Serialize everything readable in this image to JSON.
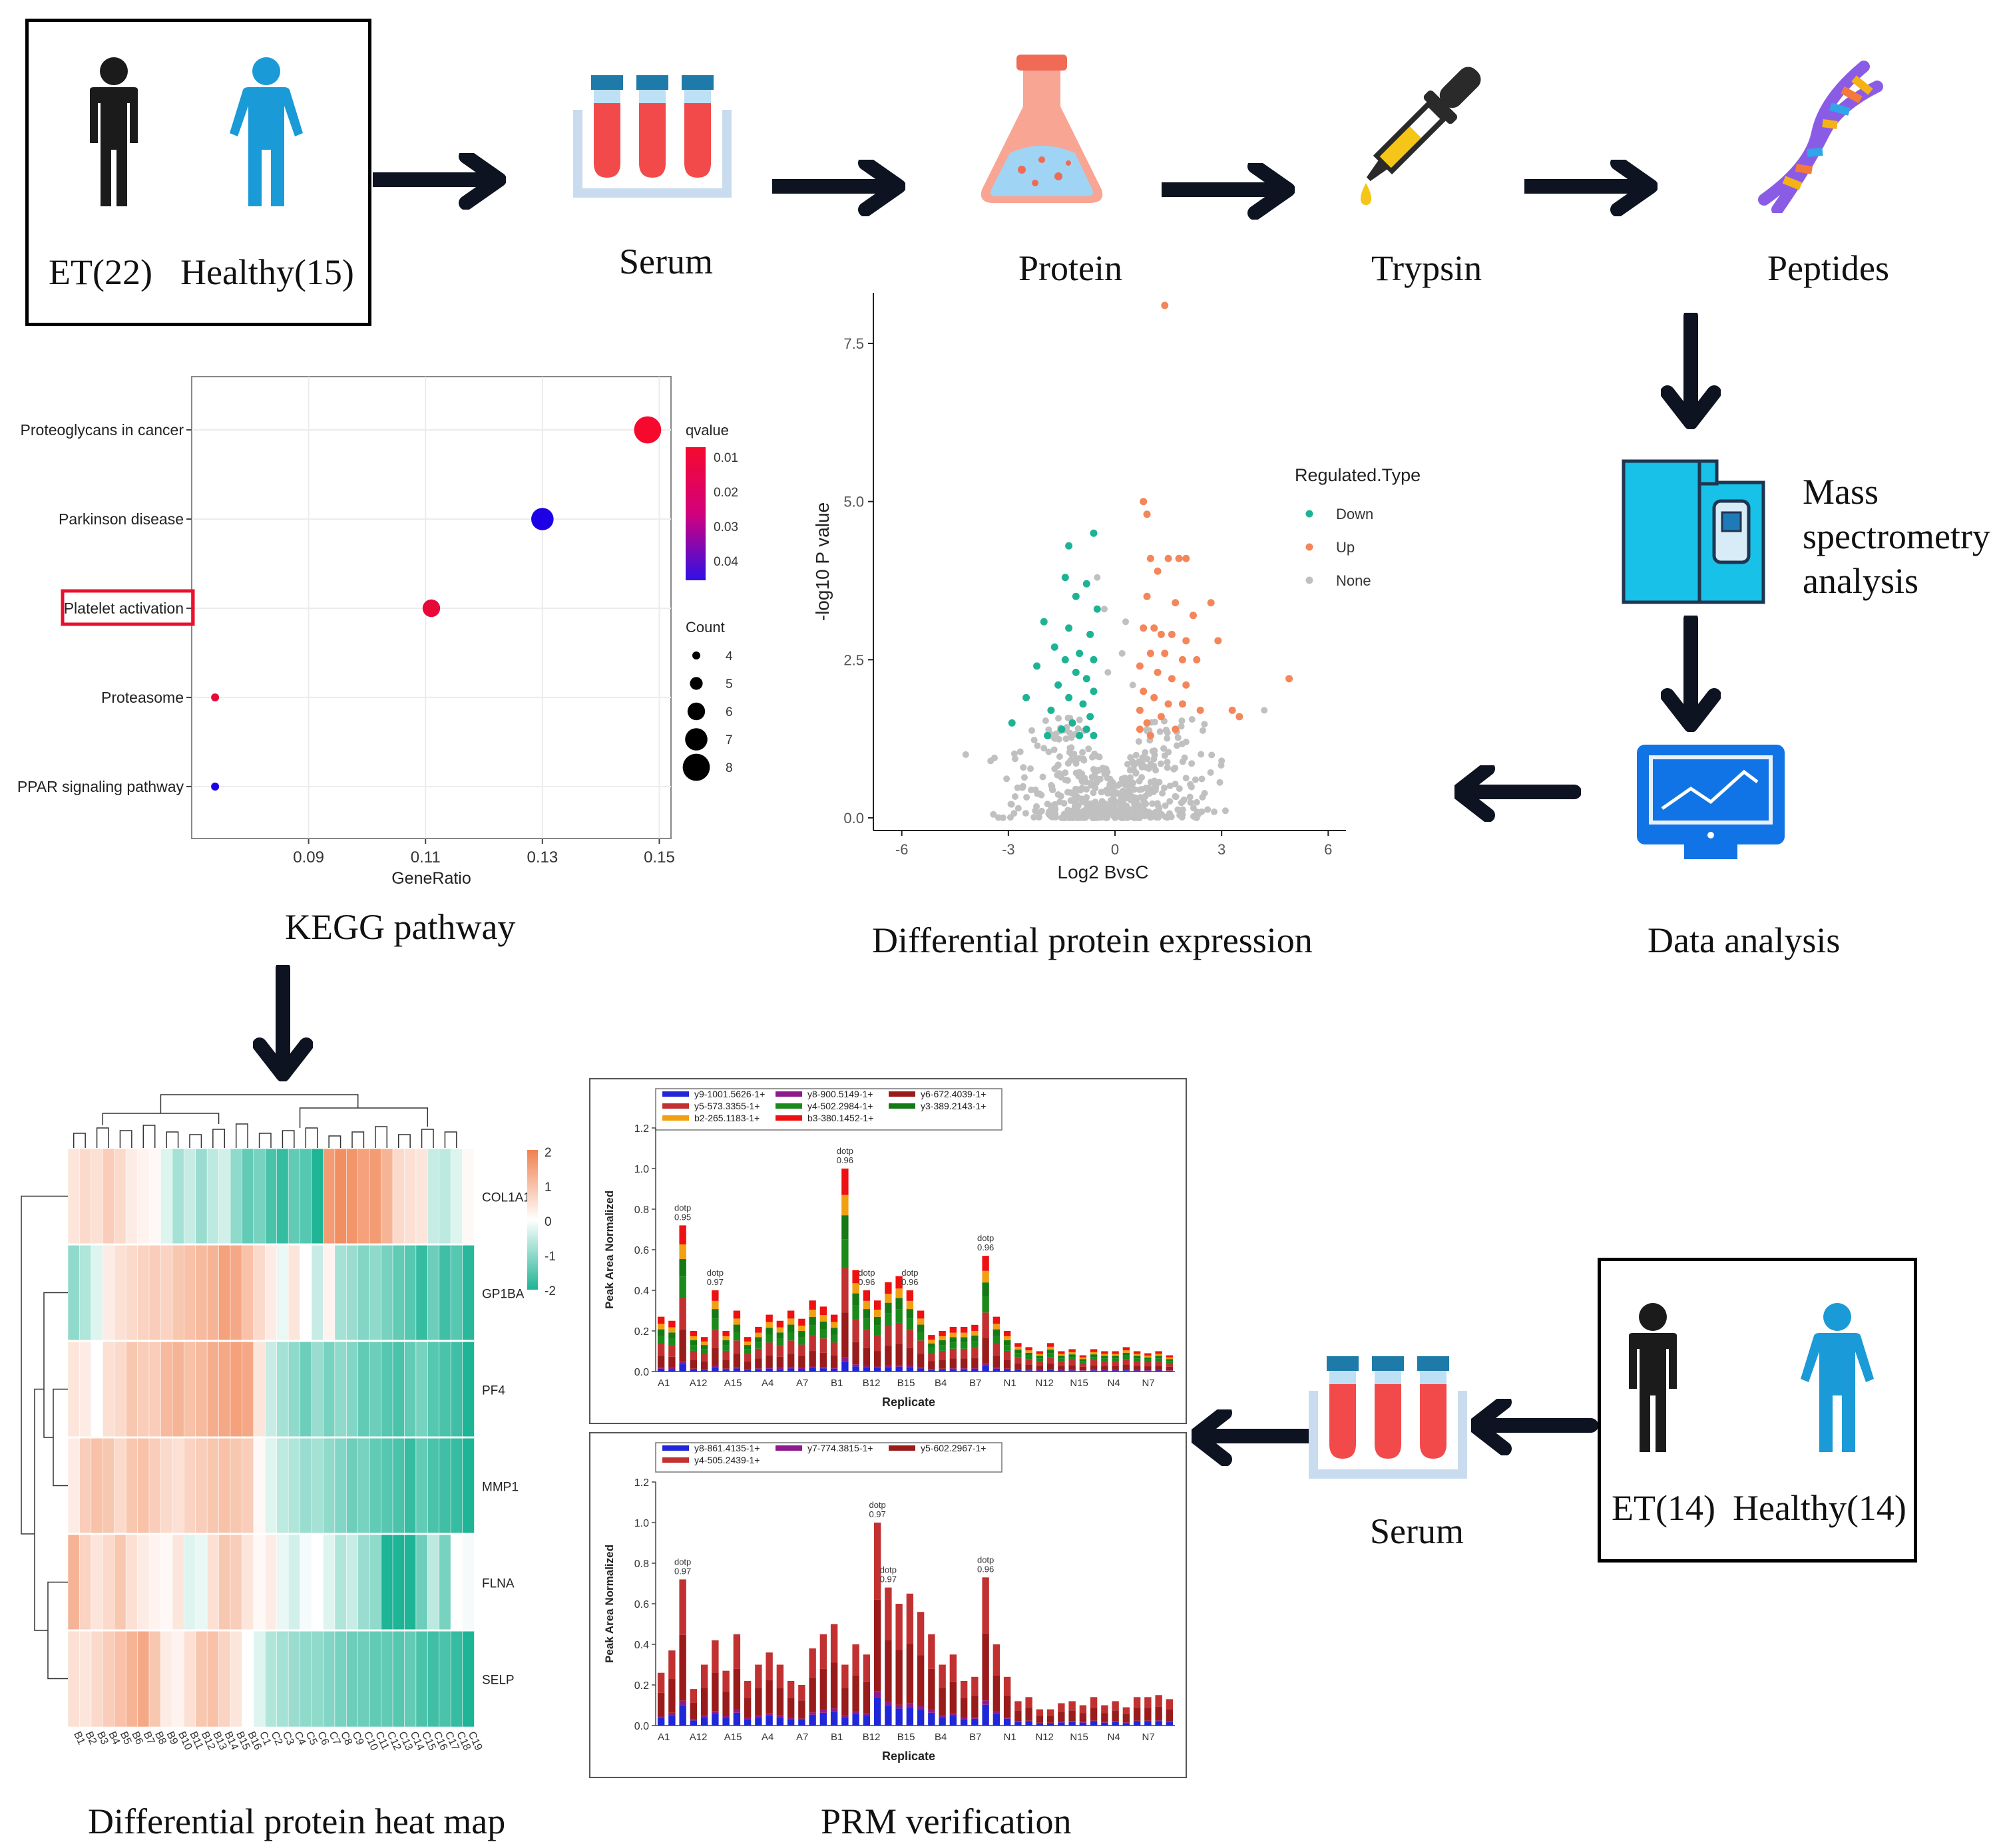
{
  "cohort_discovery": {
    "et": "ET(22)",
    "healthy": "Healthy(15)"
  },
  "cohort_validation": {
    "et": "ET(14)",
    "healthy": "Healthy(14)"
  },
  "steps": {
    "serum": "Serum",
    "protein": "Protein",
    "trypsin": "Trypsin",
    "peptides": "Peptides",
    "mass_spec_line1": "Mass",
    "mass_spec_line2": "spectrometry",
    "mass_spec_line3": "analysis",
    "data_analysis": "Data analysis",
    "serum2": "Serum"
  },
  "captions": {
    "kegg": "KEGG pathway",
    "volcano": "Differential protein expression",
    "heatmap": "Differential protein heat map",
    "prm": "PRM verification"
  },
  "colors": {
    "up": "#f4865a",
    "down": "#1eb394",
    "none": "#c0c0c0",
    "highlight": "#e8112d",
    "icon_blue": "#1a9ad6"
  },
  "chart_data": [
    {
      "type": "scatter",
      "name_role": "kegg-dotplot",
      "categories": [
        "Proteoglycans in cancer",
        "Parkinson disease",
        "Platelet activation",
        "Proteasome",
        "PPAR signaling pathway"
      ],
      "highlighted": "Platelet activation",
      "points": [
        {
          "y": "Proteoglycans in cancer",
          "x": 0.148,
          "count": 8,
          "qvalue": 0.01
        },
        {
          "y": "Parkinson disease",
          "x": 0.13,
          "count": 7,
          "qvalue": 0.045
        },
        {
          "y": "Platelet activation",
          "x": 0.111,
          "count": 6,
          "qvalue": 0.012
        },
        {
          "y": "Proteasome",
          "x": 0.074,
          "count": 4,
          "qvalue": 0.012
        },
        {
          "y": "PPAR signaling pathway",
          "x": 0.074,
          "count": 4,
          "qvalue": 0.045
        }
      ],
      "xlabel": "GeneRatio",
      "xticks": [
        "0.09",
        "0.11",
        "0.13",
        "0.15"
      ],
      "xlim": [
        0.07,
        0.152
      ],
      "legend_q_title": "qvalue",
      "legend_q_ticks": [
        "0.01",
        "0.02",
        "0.03",
        "0.04"
      ],
      "legend_count_title": "Count",
      "legend_count_ticks": [
        "4",
        "5",
        "6",
        "7",
        "8"
      ]
    },
    {
      "type": "scatter",
      "name_role": "volcano",
      "xlabel": "Log2 BvsC",
      "ylabel": "-log10 P value",
      "xlim": [
        -6.8,
        6.5
      ],
      "ylim": [
        -0.2,
        8.3
      ],
      "xticks": [
        "-6",
        "-3",
        "0",
        "3",
        "6"
      ],
      "yticks": [
        "0.0",
        "2.5",
        "5.0",
        "7.5"
      ],
      "legend_title": "Regulated.Type",
      "legend": [
        "Down",
        "Up",
        "None"
      ],
      "up_points": [
        [
          1.4,
          8.1
        ],
        [
          0.8,
          5.0
        ],
        [
          0.9,
          4.8
        ],
        [
          1.0,
          4.1
        ],
        [
          1.5,
          4.1
        ],
        [
          1.8,
          4.1
        ],
        [
          2.0,
          4.1
        ],
        [
          1.2,
          3.9
        ],
        [
          0.9,
          3.5
        ],
        [
          2.7,
          3.4
        ],
        [
          1.7,
          3.4
        ],
        [
          2.2,
          3.2
        ],
        [
          1.1,
          3.0
        ],
        [
          0.8,
          3.0
        ],
        [
          1.3,
          2.9
        ],
        [
          1.6,
          2.9
        ],
        [
          2.0,
          2.8
        ],
        [
          2.9,
          2.8
        ],
        [
          1.0,
          2.6
        ],
        [
          1.4,
          2.6
        ],
        [
          1.9,
          2.5
        ],
        [
          2.3,
          2.5
        ],
        [
          0.7,
          2.4
        ],
        [
          1.2,
          2.3
        ],
        [
          1.6,
          2.2
        ],
        [
          2.0,
          2.1
        ],
        [
          0.8,
          2.0
        ],
        [
          1.1,
          1.9
        ],
        [
          1.5,
          1.8
        ],
        [
          1.9,
          1.8
        ],
        [
          0.7,
          1.7
        ],
        [
          1.3,
          1.6
        ],
        [
          2.4,
          1.7
        ],
        [
          0.9,
          1.5
        ],
        [
          1.7,
          1.4
        ],
        [
          1.0,
          1.3
        ],
        [
          0.7,
          1.4
        ],
        [
          3.3,
          1.7
        ],
        [
          3.5,
          1.6
        ],
        [
          4.9,
          2.2
        ]
      ],
      "down_points": [
        [
          -0.6,
          4.5
        ],
        [
          -1.3,
          4.3
        ],
        [
          -1.4,
          3.8
        ],
        [
          -0.8,
          3.7
        ],
        [
          -1.1,
          3.5
        ],
        [
          -0.5,
          3.3
        ],
        [
          -2.0,
          3.1
        ],
        [
          -1.3,
          3.0
        ],
        [
          -0.7,
          2.9
        ],
        [
          -1.7,
          2.7
        ],
        [
          -1.0,
          2.6
        ],
        [
          -1.4,
          2.5
        ],
        [
          -0.6,
          2.5
        ],
        [
          -2.2,
          2.4
        ],
        [
          -1.1,
          2.3
        ],
        [
          -0.8,
          2.2
        ],
        [
          -1.6,
          2.1
        ],
        [
          -0.6,
          2.0
        ],
        [
          -1.3,
          1.9
        ],
        [
          -2.5,
          1.9
        ],
        [
          -0.9,
          1.8
        ],
        [
          -1.8,
          1.7
        ],
        [
          -0.7,
          1.6
        ],
        [
          -1.2,
          1.5
        ],
        [
          -1.5,
          1.4
        ],
        [
          -0.8,
          1.4
        ],
        [
          -2.9,
          1.5
        ],
        [
          -1.0,
          1.3
        ],
        [
          -1.9,
          1.3
        ],
        [
          -0.6,
          1.3
        ]
      ]
    },
    {
      "type": "heatmap",
      "name_role": "heatmap",
      "rows": [
        "COL1A1",
        "GP1BA",
        "PF4",
        "MMP1",
        "FLNA",
        "SELP"
      ],
      "columns": [
        "B1",
        "B2",
        "B3",
        "B4",
        "B5",
        "B6",
        "B7",
        "B8",
        "B9",
        "B10",
        "B11",
        "B12",
        "B13",
        "B14",
        "B15",
        "B16",
        "C1",
        "C2",
        "C3",
        "C4",
        "C5",
        "C6",
        "C7",
        "C8",
        "C9",
        "C10",
        "C11",
        "C12",
        "C13",
        "C14",
        "C15",
        "C16",
        "C17",
        "C18",
        "C19"
      ],
      "values": [
        [
          0.4,
          0.6,
          0.5,
          0.8,
          0.6,
          0.3,
          0.2,
          0.1,
          -0.3,
          -0.8,
          -0.5,
          -0.9,
          -0.6,
          -0.4,
          -1.0,
          -1.4,
          -1.2,
          -1.6,
          -1.8,
          -1.4,
          -1.5,
          -2.0,
          1.6,
          1.8,
          1.7,
          1.5,
          1.6,
          1.2,
          0.6,
          0.5,
          0.4,
          -0.5,
          -0.6,
          -0.3,
          0.1
        ],
        [
          -1.0,
          -0.7,
          -0.3,
          0.3,
          0.5,
          0.6,
          0.7,
          0.8,
          0.7,
          0.9,
          1.0,
          1.1,
          1.2,
          1.5,
          1.4,
          1.0,
          0.6,
          0.3,
          -0.2,
          0.4,
          0.0,
          -0.5,
          0.2,
          -0.8,
          -0.9,
          -1.1,
          -1.0,
          -1.2,
          -1.4,
          -1.5,
          -1.8,
          -1.3,
          -1.7,
          -1.5,
          -1.9
        ],
        [
          0.4,
          0.3,
          0.0,
          0.5,
          0.6,
          0.9,
          0.8,
          0.8,
          1.1,
          1.2,
          1.0,
          1.1,
          1.3,
          1.4,
          1.5,
          1.4,
          0.4,
          -0.5,
          -0.8,
          -1.0,
          -1.3,
          -0.9,
          -1.2,
          -1.0,
          -1.1,
          -1.4,
          -1.3,
          -1.5,
          -1.6,
          -1.4,
          -1.2,
          -1.5,
          -1.6,
          -1.7,
          -2.0
        ],
        [
          0.3,
          0.8,
          1.0,
          0.9,
          0.6,
          0.9,
          1.0,
          0.8,
          0.6,
          0.5,
          0.7,
          0.8,
          0.9,
          1.0,
          0.9,
          0.8,
          0.1,
          -0.3,
          -0.6,
          -0.7,
          -0.9,
          -0.8,
          -1.0,
          -1.1,
          -1.3,
          -1.2,
          -1.4,
          -1.5,
          -1.6,
          -1.8,
          -1.4,
          -1.6,
          -1.7,
          -1.8,
          -2.0
        ],
        [
          1.2,
          0.7,
          0.4,
          0.6,
          0.9,
          0.5,
          0.3,
          0.2,
          0.1,
          0.4,
          -0.3,
          -0.2,
          0.5,
          0.9,
          0.8,
          0.4,
          0.1,
          0.3,
          -0.2,
          -0.4,
          -0.1,
          0.0,
          -0.3,
          -0.7,
          -0.5,
          -0.9,
          -1.0,
          -2.2,
          -2.2,
          -2.0,
          -1.3,
          -0.6,
          -1.2,
          0.0,
          -0.1
        ],
        [
          0.5,
          0.4,
          0.6,
          0.8,
          1.0,
          1.2,
          1.4,
          0.9,
          0.3,
          0.2,
          0.5,
          0.9,
          1.0,
          0.7,
          0.4,
          0.0,
          -0.3,
          -0.7,
          -0.8,
          -0.9,
          -1.0,
          -1.0,
          -1.1,
          -1.2,
          -1.3,
          -1.3,
          -1.4,
          -1.4,
          -1.5,
          -1.4,
          -1.6,
          -1.7,
          -1.6,
          -1.8,
          -2.0
        ]
      ],
      "legend_ticks": [
        "2",
        "1",
        "0",
        "-1",
        "-2"
      ]
    },
    {
      "type": "bar",
      "name_role": "prm-top",
      "xlabel": "Replicate",
      "ylabel": "Peak Area Normalized",
      "ylim": [
        0,
        1.2
      ],
      "yticks": [
        "0.0",
        "0.2",
        "0.4",
        "0.6",
        "0.8",
        "1.0",
        "1.2"
      ],
      "xticks": [
        "A1",
        "A12",
        "A15",
        "A4",
        "A7",
        "B1",
        "B12",
        "B15",
        "B4",
        "B7",
        "N1",
        "N12",
        "N15",
        "N4",
        "N7"
      ],
      "legend": [
        "y9-1001.5626-1+",
        "y8-900.5149-1+",
        "y6-672.4039-1+",
        "y5-573.3355-1+",
        "y4-502.2984-1+",
        "y3-389.2143-1+",
        "b2-265.1183-1+",
        "b3-380.1452-1+"
      ],
      "legend_colors": [
        "#1f27d8",
        "#8e1a8e",
        "#9a1b1b",
        "#c23131",
        "#1a8a1a",
        "#157a15",
        "#f0a010",
        "#ee1111"
      ],
      "totals": [
        0.27,
        0.25,
        0.72,
        0.2,
        0.17,
        0.4,
        0.2,
        0.3,
        0.17,
        0.22,
        0.28,
        0.25,
        0.3,
        0.26,
        0.35,
        0.32,
        0.28,
        1.0,
        0.5,
        0.4,
        0.35,
        0.44,
        0.47,
        0.4,
        0.3,
        0.18,
        0.2,
        0.22,
        0.22,
        0.23,
        0.57,
        0.27,
        0.2,
        0.14,
        0.12,
        0.1,
        0.14,
        0.1,
        0.11,
        0.08,
        0.11,
        0.1,
        0.1,
        0.12,
        0.1,
        0.09,
        0.1,
        0.08
      ],
      "dotp_labels": [
        {
          "i": 2,
          "t": "dotp 0.95"
        },
        {
          "i": 5,
          "t": "dotp 0.97"
        },
        {
          "i": 17,
          "t": "dotp 0.96"
        },
        {
          "i": 19,
          "t": "dotp 0.96"
        },
        {
          "i": 23,
          "t": "dotp 0.96"
        },
        {
          "i": 30,
          "t": "dotp 0.96"
        }
      ]
    },
    {
      "type": "bar",
      "name_role": "prm-bottom",
      "xlabel": "Replicate",
      "ylabel": "Peak Area Normalized",
      "ylim": [
        0,
        1.2
      ],
      "yticks": [
        "0.0",
        "0.2",
        "0.4",
        "0.6",
        "0.8",
        "1.0",
        "1.2"
      ],
      "xticks": [
        "A1",
        "A12",
        "A15",
        "A4",
        "A7",
        "B1",
        "B12",
        "B15",
        "B4",
        "B7",
        "N1",
        "N12",
        "N15",
        "N4",
        "N7"
      ],
      "legend": [
        "y8-861.4135-1+",
        "y7-774.3815-1+",
        "y5-602.2967-1+",
        "y4-505.2439-1+"
      ],
      "legend_colors": [
        "#1f27d8",
        "#8e1a8e",
        "#9a1b1b",
        "#c23131"
      ],
      "totals": [
        0.26,
        0.37,
        0.72,
        0.18,
        0.3,
        0.42,
        0.27,
        0.45,
        0.22,
        0.3,
        0.36,
        0.3,
        0.22,
        0.2,
        0.38,
        0.45,
        0.5,
        0.3,
        0.4,
        0.35,
        1.0,
        0.68,
        0.6,
        0.65,
        0.56,
        0.45,
        0.3,
        0.35,
        0.22,
        0.24,
        0.73,
        0.4,
        0.24,
        0.12,
        0.14,
        0.08,
        0.08,
        0.11,
        0.12,
        0.1,
        0.14,
        0.1,
        0.12,
        0.09,
        0.14,
        0.14,
        0.15,
        0.13
      ],
      "dotp_labels": [
        {
          "i": 2,
          "t": "dotp 0.97"
        },
        {
          "i": 20,
          "t": "dotp 0.97"
        },
        {
          "i": 21,
          "t": "dotp 0.97"
        },
        {
          "i": 30,
          "t": "dotp 0.96"
        }
      ]
    }
  ]
}
